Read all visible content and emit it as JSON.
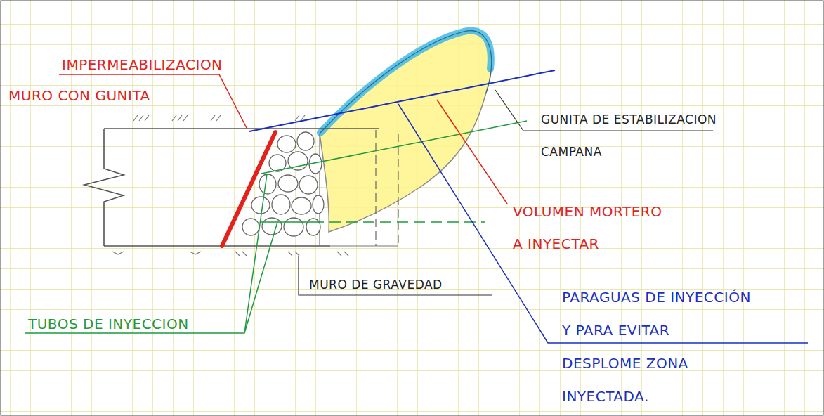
{
  "diagram": {
    "labels": [
      "IMPERMEABILIZACION",
      "MURO CON GUNITA",
      "GUNITA DE ESTABILIZACION",
      "CAMPANA",
      "VOLUMEN MORTERO A INYECTAR",
      "MURO DE GRAVEDAD",
      "TUBOS DE INYECCION",
      "PARAGUAS DE INYECCIÓN Y PARA EVITAR DESPLOME ZONA INYECTADA."
    ]
  }
}
